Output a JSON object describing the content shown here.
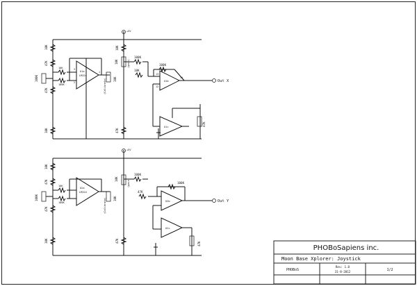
{
  "title_block": {
    "company": "PHOBoSapiens inc.",
    "project": "Moon Base Xplorer: Joystick",
    "author": "PHOBoS",
    "revision": "Rev: 1.0",
    "date": "31-8-2012",
    "sheet": "1/2"
  },
  "channel_x": {
    "output_label": "Out X",
    "joystick_pot": "100K",
    "r_top": "10K",
    "r_mid_a": "47K",
    "r_mid_b": "47K",
    "r_bottom": "10K",
    "trim_bias": "10K",
    "trim_bias_label": "(Calibrate)",
    "trim_gain": "10K",
    "trim_gain_label": "(gain)",
    "r_in_a": "10K",
    "r_in_b": "100K",
    "r_feedback": "100K",
    "r_to_inv": "10K",
    "r_mid_right": "47K",
    "r_ref_top": "10K",
    "r_ref_bottom": "47K",
    "r_inv_out": "100K",
    "opamp_a": "U1a\nLM324",
    "opamp_b": "U1b",
    "opamp_c": "U1c",
    "vcc_label": "+5V"
  },
  "channel_y": {
    "output_label": "Out Y",
    "joystick_pot": "100K",
    "r_top": "10K",
    "r_mid_a": "47K",
    "r_mid_b": "47K",
    "r_bottom": "10K",
    "trim_bias": "10K",
    "trim_bias_label": "(Calibrate)",
    "trim_gain": "10K",
    "trim_gain_label": "(gain)",
    "r_in_a": "10K",
    "r_in_b": "100K",
    "r_feedback": "100K",
    "r_to_inv": "47K",
    "r_mid_right": "47K",
    "r_ref_bottom": "47K",
    "r_inv_out": "100K",
    "opamp_a": "U2a\nLM324",
    "opamp_b": "U2b",
    "opamp_c": "U2c",
    "vcc_label": "+5V"
  }
}
